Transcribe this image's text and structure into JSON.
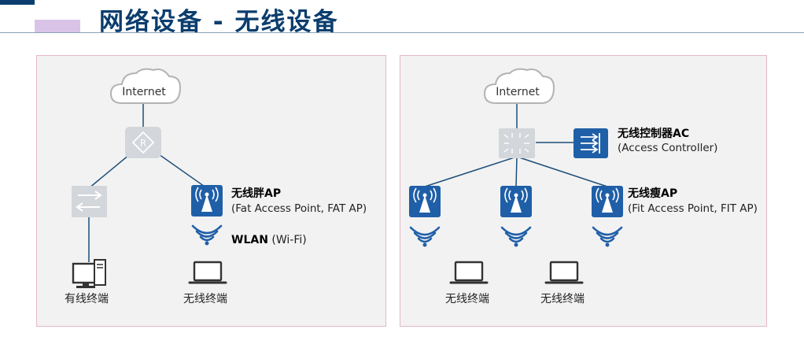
{
  "slide": {
    "title": "网络设备 - 无线设备"
  },
  "fat_ap_panel": {
    "cloud_label": "Internet",
    "fat_ap_name": "无线胖AP",
    "fat_ap_desc": "(Fat Access Point, FAT AP)",
    "wlan_label": "WLAN",
    "wlan_desc": "(Wi-Fi)",
    "wired_terminal_label": "有线终端",
    "wireless_terminal_label": "无线终端"
  },
  "fit_ap_panel": {
    "cloud_label": "Internet",
    "ac_name": "无线控制器AC",
    "ac_desc": "(Access Controller)",
    "fit_ap_name": "无线瘦AP",
    "fit_ap_desc": "(Fit Access Point, FIT AP)",
    "terminal_1_label": "无线终端",
    "terminal_2_label": "无线终端"
  },
  "colors": {
    "title": "#0b3d6e",
    "ap_blue": "#1f5fa8",
    "wifi_blue": "#1f5fa8",
    "device_grey": "#d3d6da",
    "link_line": "#1d4e79",
    "panel_bg": "#f2f2f2",
    "panel_border": "#e6b8c4"
  }
}
